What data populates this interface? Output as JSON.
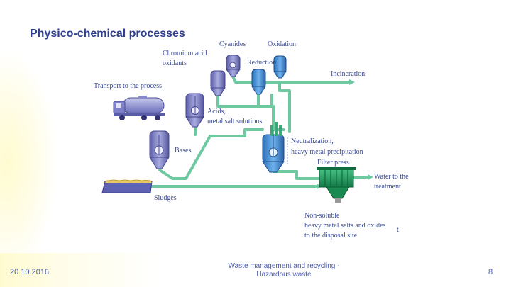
{
  "slide": {
    "title": "Physico-chemical processes",
    "footer": {
      "date": "20.10.2016",
      "center_line1": "Waste management and recycling -",
      "center_line2": "Hazardous waste",
      "page": "8"
    }
  },
  "labels": {
    "cyanides": "Cyanides",
    "oxidation": "Oxidation",
    "chromium_line1": "Chromium acid",
    "chromium_line2": "oxidants",
    "reduction": "Reduction",
    "incineration": "Incineration",
    "transport": "Transport to the process",
    "acids_line1": "Acids,",
    "acids_line2": "metal salt solutions",
    "neutralization_line1": "Neutralization,",
    "neutralization_line2": "heavy metal precipitation",
    "bases": "Bases",
    "filter_press": "Filter press.",
    "water_line1": "Water to the",
    "water_line2": "treatment",
    "sludges": "Sludges",
    "nonsoluble_line1": "Non-soluble",
    "nonsoluble_line2": "heavy metal salts and oxides",
    "nonsoluble_line3": "to the disposal site",
    "stray_t": "t"
  },
  "colors": {
    "title": "#2e3f8f",
    "label": "#3a4a96",
    "pipe": "#6fc9a0",
    "tank_blue": "#3e8ad4",
    "tank_purple": "#7d7ec4",
    "filter_green": "#1f9a5f",
    "footer_text": "#4a5ab0",
    "background_tint": "#fffbd8"
  }
}
